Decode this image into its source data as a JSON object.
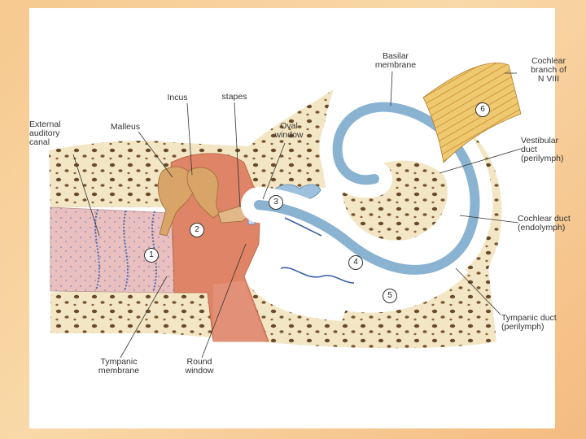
{
  "labels": {
    "basilar": [
      "Basilar",
      "membrane"
    ],
    "cochlear_branch": [
      "Cochlear",
      "branch of",
      "N VIII"
    ],
    "incus": "Incus",
    "stapes": "stapes",
    "external_canal": [
      "External",
      "auditory",
      "canal"
    ],
    "malleus": "Malleus",
    "oval_window": [
      "Oval",
      "window"
    ],
    "vestibular_duct": [
      "Vestibular",
      "duct",
      "(perilymph)"
    ],
    "cochlear_duct": [
      "Cochlear duct",
      "(endolymph)"
    ],
    "tympanic_duct": [
      "Tympanic duct",
      "(perilymph)"
    ],
    "tympanic_membrane": [
      "Tympanic",
      "membrane"
    ],
    "round_window": [
      "Round",
      "window"
    ]
  },
  "markers": [
    "1",
    "2",
    "3",
    "4",
    "5",
    "6"
  ],
  "colors": {
    "background": "#f6c98f",
    "bone": "#f2e6c4",
    "canal": "#e9c0bf",
    "ossicles": "#d9a467",
    "cochlear_duct": "#8ab3d1",
    "nerve": "#e9c46a",
    "middle_ear": "#df8466"
  }
}
